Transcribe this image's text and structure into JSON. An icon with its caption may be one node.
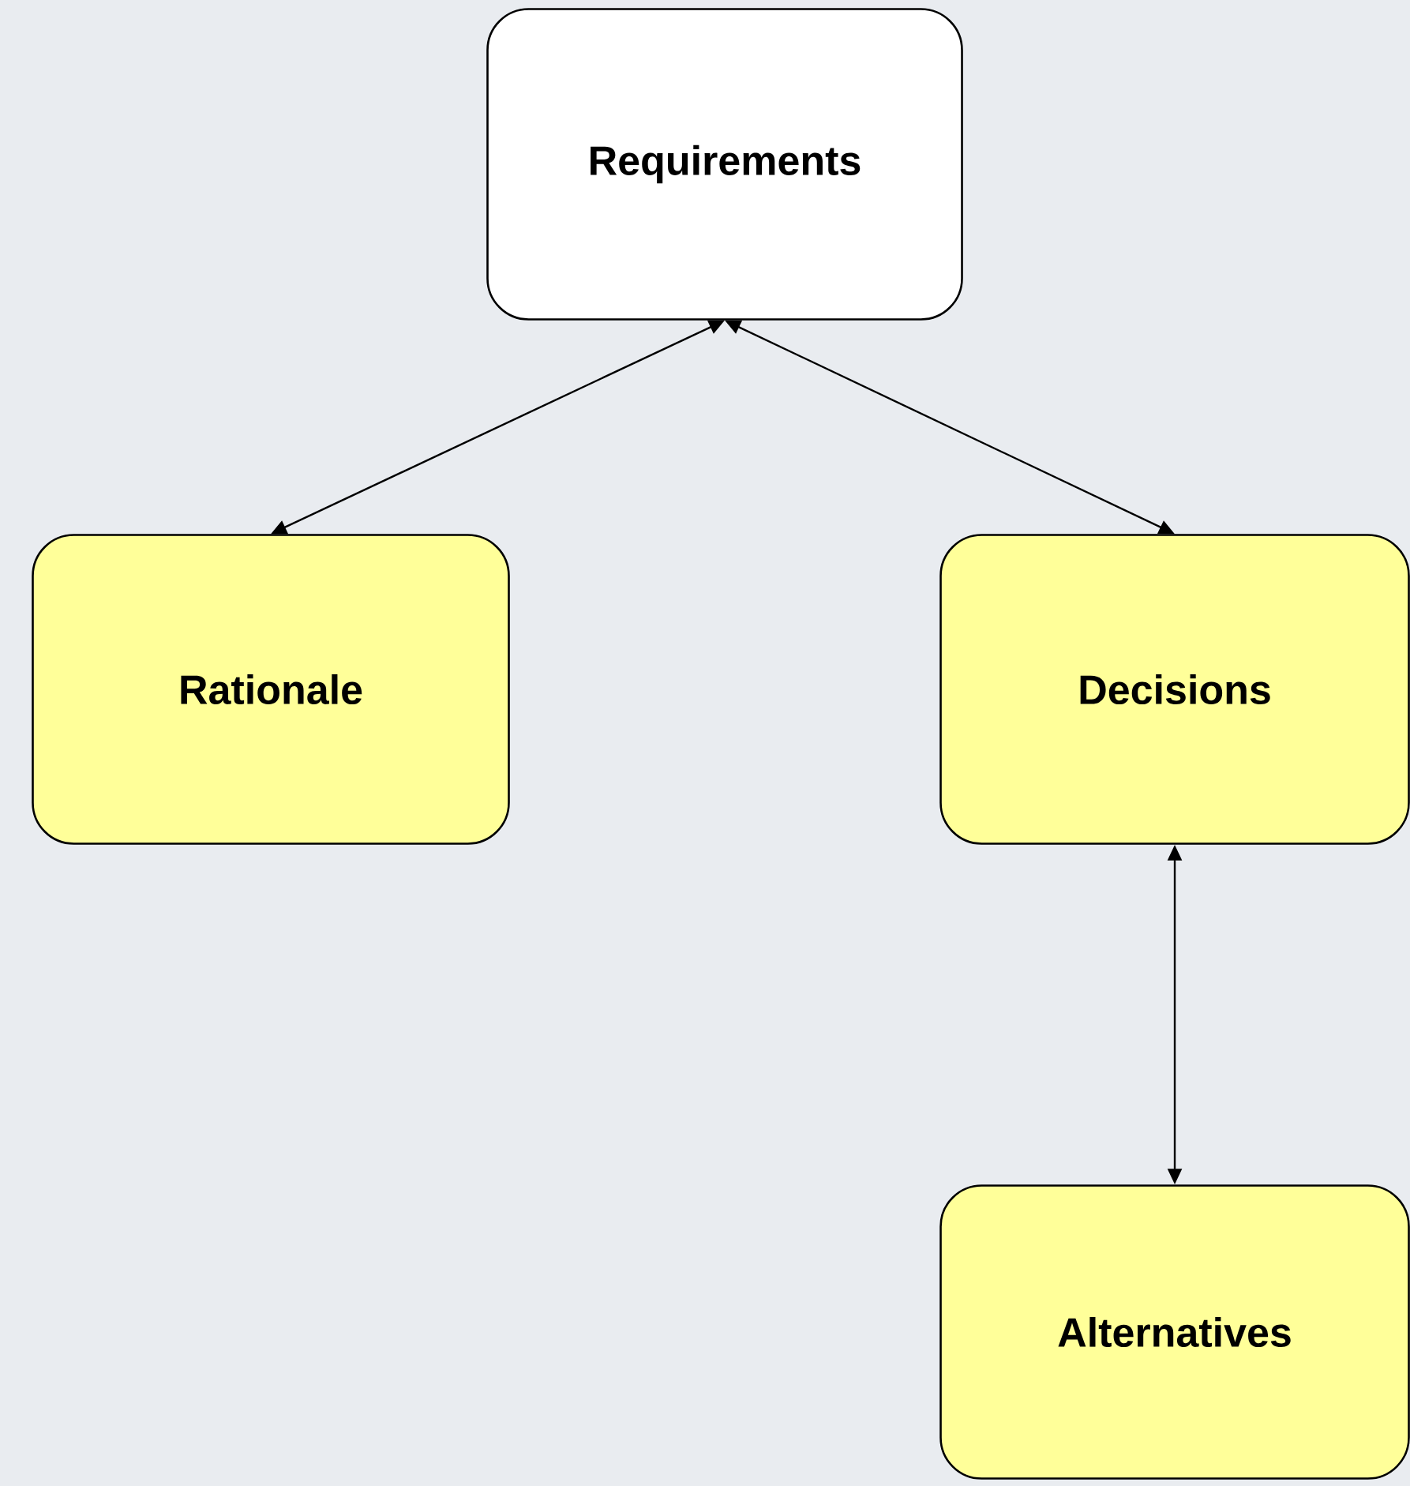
{
  "diagram": {
    "nodes": [
      {
        "text": [
          "Requirements"
        ]
      },
      {
        "text": [
          "Rationale"
        ]
      },
      {
        "text": [
          "Decisions"
        ]
      },
      {
        "text": [
          "Alternatives"
        ]
      }
    ],
    "edges": [
      {
        "from": 0,
        "to": 1,
        "arrow": "both"
      },
      {
        "from": 0,
        "to": 2,
        "arrow": "both"
      },
      {
        "from": 2,
        "to": 3,
        "arrow": "both"
      }
    ]
  }
}
